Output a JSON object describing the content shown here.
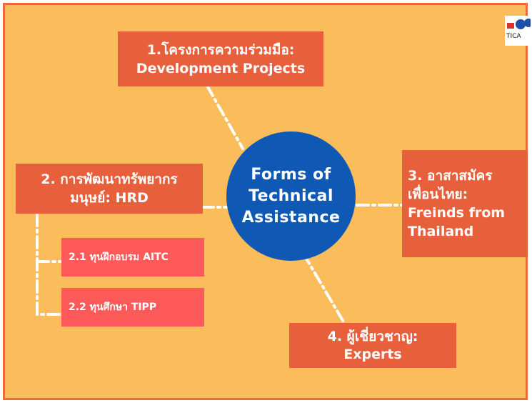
{
  "center": {
    "lines": [
      "Forms of",
      "Technical",
      "Assistance"
    ],
    "color": "#0f58b4"
  },
  "nodes": {
    "projects": {
      "line1": "1.โครงการความร่วมมือ:",
      "line2": "Development Projects"
    },
    "hrd": {
      "line1": "2. การพัฒนาทรัพยากร",
      "line2": "มนุษย์: HRD"
    },
    "volunteers": {
      "line1": "3. อาสาสมัคร",
      "line2": "เพื่อนไทย:",
      "line3": "Freinds from",
      "line4": "Thailand"
    },
    "experts": {
      "line1": "4. ผู้เชี่ยวชาญ:",
      "line2": "Experts"
    }
  },
  "sub_nodes": [
    {
      "label": "2.1 ทุนฝึกอบรม AITC"
    },
    {
      "label": "2.2 ทุนศึกษา TIPP"
    }
  ],
  "logo": {
    "text": "TICA"
  },
  "colors": {
    "background": "#fbbd5c",
    "border": "#ef6a3a",
    "box": "#e85f3b",
    "sub_box": "#ff5a5a",
    "connector": "#ffffff"
  }
}
